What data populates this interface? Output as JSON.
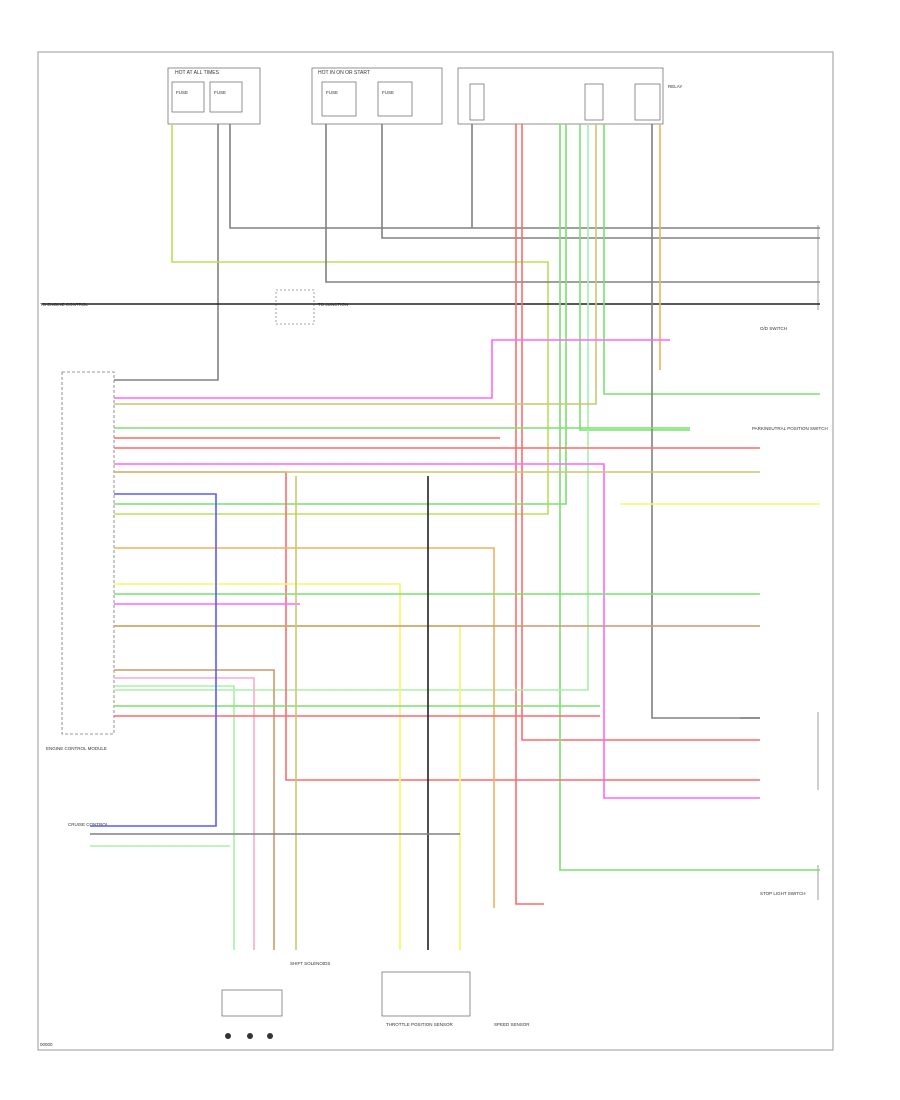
{
  "labels": {
    "hot_at_all_times": "HOT AT ALL TIMES",
    "hot_in_on_or_start": "HOT IN ON OR START",
    "to_engine_control": "TO ENGINE CONTROL",
    "to_junction": "TO JUNCTION",
    "fuse_a": "FUSE",
    "fuse_b": "FUSE",
    "fuse_c": "FUSE",
    "fuse_d": "FUSE",
    "ecm": "ENGINE CONTROL MODULE",
    "relay_box": "RELAY",
    "pnp_switch": "PARK/NEUTRAL POSITION SWITCH",
    "throttle_sensor": "THROTTLE POSITION SENSOR",
    "solenoid": "SHIFT SOLENOIDS",
    "od_switch": "O/D SWITCH",
    "speed_sensor": "SPEED SENSOR",
    "brake_switch": "STOP LIGHT SWITCH",
    "cruise": "CRUISE CONTROL",
    "page_code": "00000"
  },
  "colors": {
    "grey": "#808080",
    "black": "#222222",
    "yellow_green": "#b8e05a",
    "magenta": "#ff66ff",
    "red": "#ff6a6a",
    "green": "#79e06f",
    "olive": "#c8c86e",
    "orange": "#f0b060",
    "yellow": "#f5f56a",
    "blue": "#5a5aff",
    "brown": "#c89a6a",
    "pink": "#ffaacc",
    "light_green": "#a8f0a8"
  }
}
